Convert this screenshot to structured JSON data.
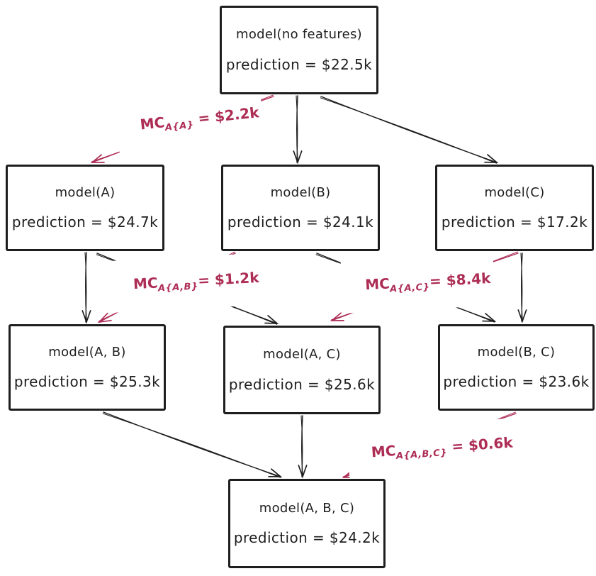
{
  "diagram": {
    "type": "graph",
    "description": "Marginal contribution lattice of models trained on feature subsets A, B, C"
  },
  "colors": {
    "ink": "#1e1e1e",
    "accent": "#ad2d55",
    "box_fill": "#ffffff"
  },
  "nodes": [
    {
      "id": "root",
      "title": "model(no features)",
      "prediction": "prediction = $22.5k"
    },
    {
      "id": "A",
      "title": "model(A)",
      "prediction": "prediction = $24.7k"
    },
    {
      "id": "B",
      "title": "model(B)",
      "prediction": "prediction = $24.1k"
    },
    {
      "id": "C",
      "title": "model(C)",
      "prediction": "prediction = $17.2k"
    },
    {
      "id": "AB",
      "title": "model(A, B)",
      "prediction": "prediction = $25.3k"
    },
    {
      "id": "AC",
      "title": "model(A, C)",
      "prediction": "prediction = $25.6k"
    },
    {
      "id": "BC",
      "title": "model(B, C)",
      "prediction": "prediction = $23.6k"
    },
    {
      "id": "ABC",
      "title": "model(A, B, C)",
      "prediction": "prediction = $24.2k"
    }
  ],
  "edges": [
    {
      "from": "root",
      "to": "A",
      "color": "red",
      "label_index": 0
    },
    {
      "from": "root",
      "to": "B",
      "color": "black",
      "label_index": null
    },
    {
      "from": "root",
      "to": "C",
      "color": "black",
      "label_index": null
    },
    {
      "from": "A",
      "to": "AB",
      "color": "black",
      "label_index": null
    },
    {
      "from": "B",
      "to": "AB",
      "color": "red",
      "label_index": 1
    },
    {
      "from": "A",
      "to": "AC",
      "color": "black",
      "label_index": null
    },
    {
      "from": "B",
      "to": "BC",
      "color": "black",
      "label_index": null
    },
    {
      "from": "C",
      "to": "AC",
      "color": "red",
      "label_index": 2
    },
    {
      "from": "C",
      "to": "BC",
      "color": "black",
      "label_index": null
    },
    {
      "from": "AB",
      "to": "ABC",
      "color": "black",
      "label_index": null
    },
    {
      "from": "AC",
      "to": "ABC",
      "color": "black",
      "label_index": null
    },
    {
      "from": "BC",
      "to": "ABC",
      "color": "red",
      "label_index": 3
    }
  ],
  "labels": [
    {
      "prefix": "MC",
      "sub": "A{A}",
      "rest": " = $2.2k"
    },
    {
      "prefix": "MC",
      "sub": "A{A,B}",
      "rest": "= $1.2k"
    },
    {
      "prefix": "MC",
      "sub": "A{A,C}",
      "rest": "= $8.4k"
    },
    {
      "prefix": "MC",
      "sub": "A{A,B,C}",
      "rest": " = $0.6k"
    }
  ]
}
